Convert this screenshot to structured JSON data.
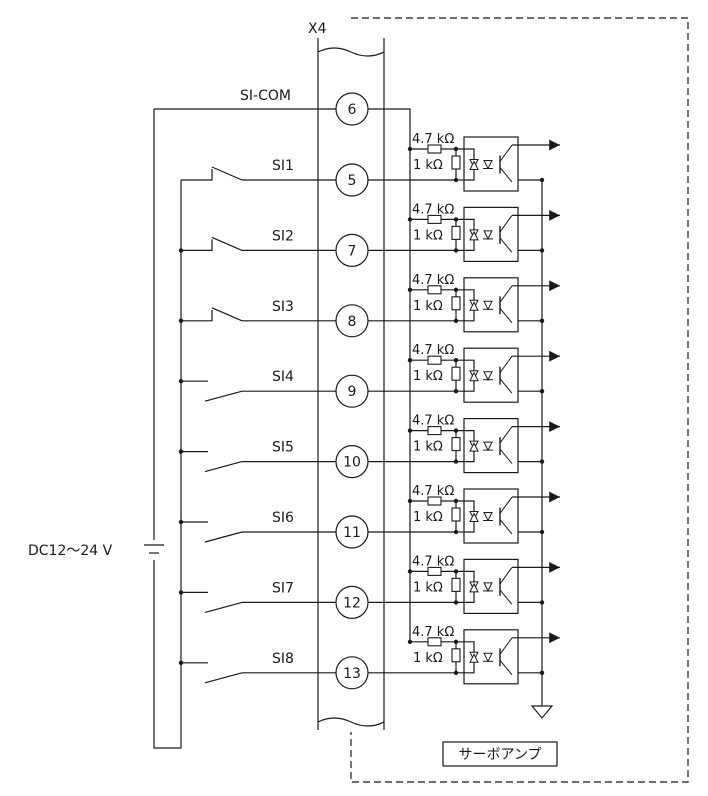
{
  "connector": {
    "label": "X4"
  },
  "supply": {
    "label": "DC12〜24 V"
  },
  "amp": {
    "label": "サーボアンプ"
  },
  "common": {
    "label": "SI-COM",
    "pin": "6"
  },
  "resistors": {
    "upper": "4.7 kΩ",
    "lower": "1 kΩ"
  },
  "inputs": [
    {
      "label": "SI1",
      "pin": "5"
    },
    {
      "label": "SI2",
      "pin": "7"
    },
    {
      "label": "SI3",
      "pin": "8"
    },
    {
      "label": "SI4",
      "pin": "9"
    },
    {
      "label": "SI5",
      "pin": "10"
    },
    {
      "label": "SI6",
      "pin": "11"
    },
    {
      "label": "SI7",
      "pin": "12"
    },
    {
      "label": "SI8",
      "pin": "13"
    }
  ]
}
